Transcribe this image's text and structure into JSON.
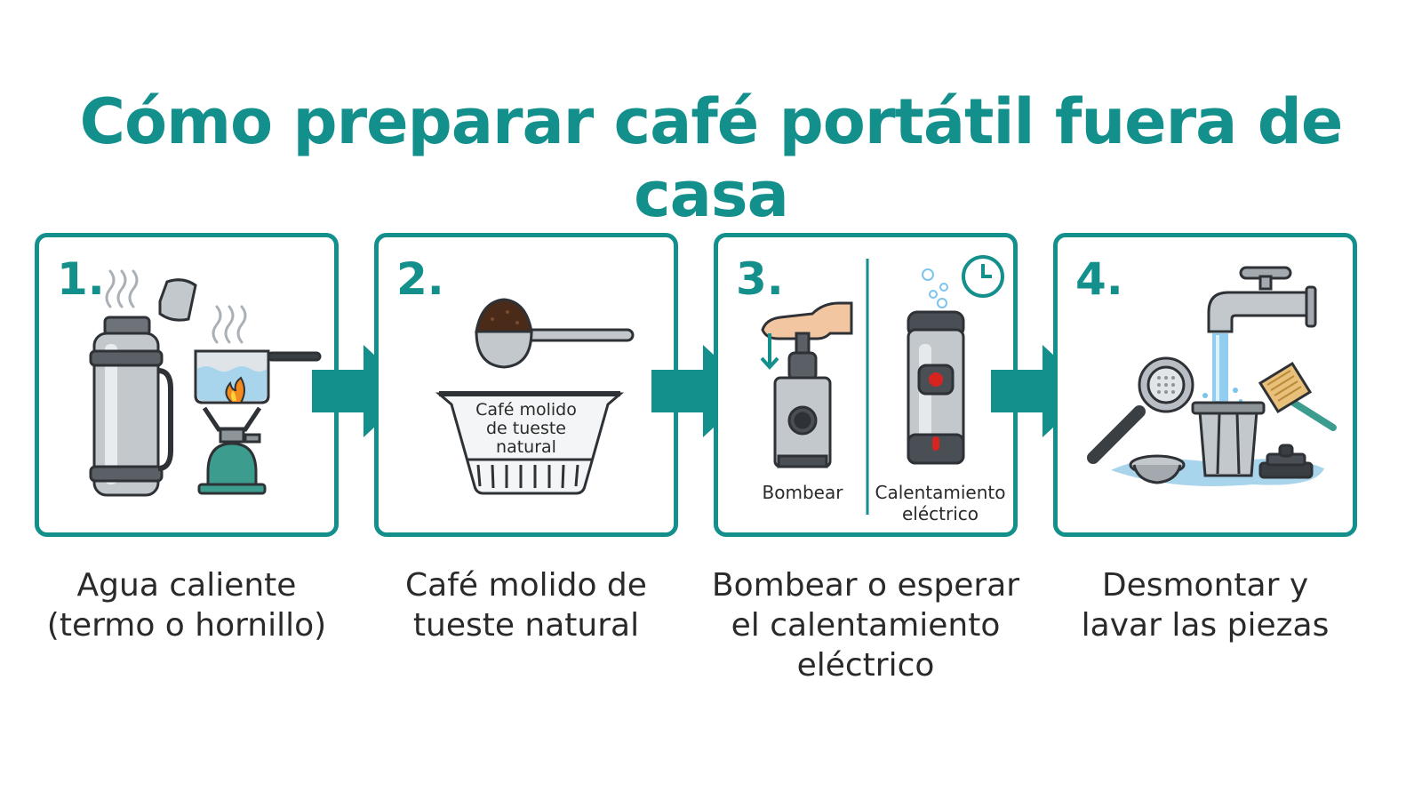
{
  "title": "Cómo preparar café portátil fuera de casa",
  "colors": {
    "accent": "#138f8c",
    "metal": "#b9bec4",
    "dark": "#4a4f55",
    "stove_green": "#3c9d8f",
    "water": "#a8d4ec",
    "coffee": "#4a2a18",
    "heat_red": "#d8241e",
    "water_stream": "#7cc4ec"
  },
  "steps": [
    {
      "number": "1.",
      "caption_lines": [
        "Agua caliente",
        "(termo o hornillo)"
      ],
      "icons": [
        "thermos-icon",
        "steam-icon",
        "pot-icon",
        "camping-stove-icon",
        "flame-icon"
      ]
    },
    {
      "number": "2.",
      "caption_lines": [
        "Café molido de",
        "tueste natural"
      ],
      "basket_label_lines": [
        "Café molido",
        "de tueste",
        "natural"
      ],
      "icons": [
        "measuring-scoop-icon",
        "coffee-grounds-icon",
        "filter-basket-icon"
      ]
    },
    {
      "number": "3.",
      "caption_lines": [
        "Bombear o esperar",
        "el calentamiento",
        "eléctrico"
      ],
      "left_label": "Bombear",
      "right_label_lines": [
        "Calentamiento",
        "eléctrico"
      ],
      "icons": [
        "hand-pump-icon",
        "down-arrow-icon",
        "espresso-maker-icon",
        "electric-maker-icon",
        "clock-icon",
        "bubbles-icon"
      ]
    },
    {
      "number": "4.",
      "caption_lines": [
        "Desmontar y",
        "lavar las piezas"
      ],
      "icons": [
        "faucet-icon",
        "water-stream-icon",
        "portafilter-icon",
        "brush-icon",
        "espresso-parts-icon"
      ]
    }
  ]
}
